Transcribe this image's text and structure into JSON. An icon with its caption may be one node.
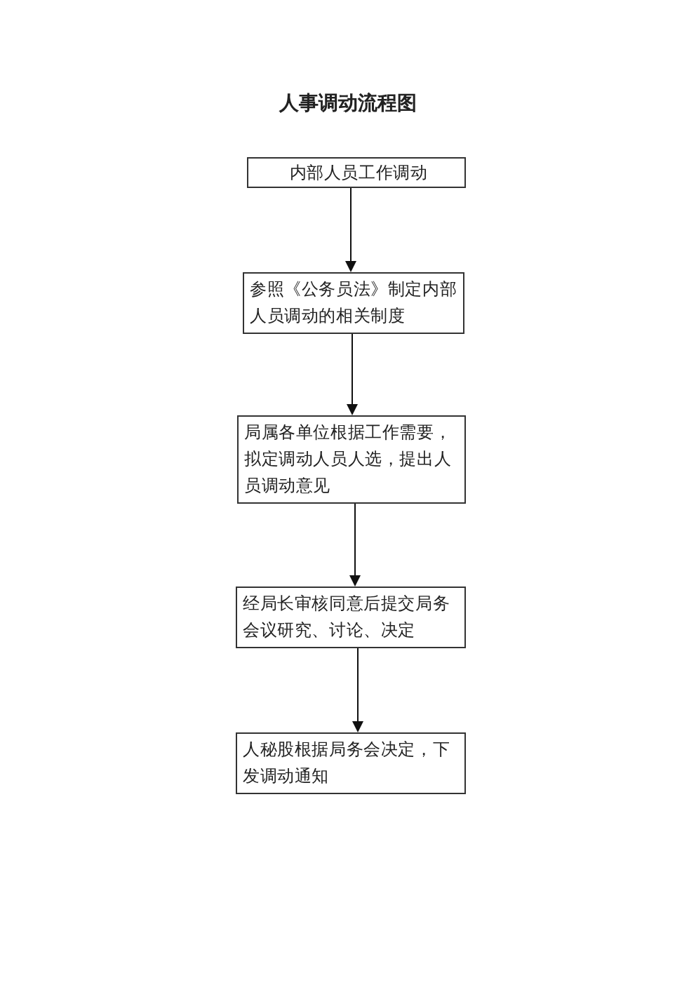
{
  "diagram": {
    "title": "人事调动流程图",
    "nodes": [
      {
        "text": [
          "内部人员工作调动"
        ]
      },
      {
        "text": [
          "参照《公务员法》制定内部人员调动的相关制度"
        ]
      },
      {
        "text": [
          "局属各单位根据工作需要，拟定调动人员人选，提出人员调动意见"
        ]
      },
      {
        "text": [
          "经局长审核同意后提交局务会议研究、讨论、决定"
        ]
      },
      {
        "text": [
          "人秘股根据局务会决定，下发调动通知"
        ]
      }
    ],
    "edges": [
      {
        "from": 0,
        "to": 1,
        "arrow": "to"
      },
      {
        "from": 1,
        "to": 2,
        "arrow": "to"
      },
      {
        "from": 2,
        "to": 3,
        "arrow": "to"
      },
      {
        "from": 3,
        "to": 4,
        "arrow": "to"
      }
    ]
  }
}
